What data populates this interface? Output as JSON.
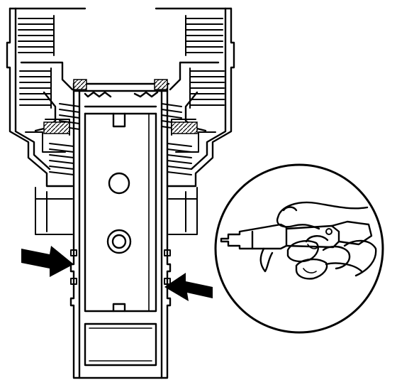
{
  "figure": {
    "kind": "line-drawing",
    "subject": "sectioned-assembly-with-compressed-air-gun-inset",
    "colors": {
      "ink": "#000000",
      "paper": "#ffffff"
    },
    "callout_arrows": 2,
    "inset": "air-blow-gun-in-hand"
  }
}
